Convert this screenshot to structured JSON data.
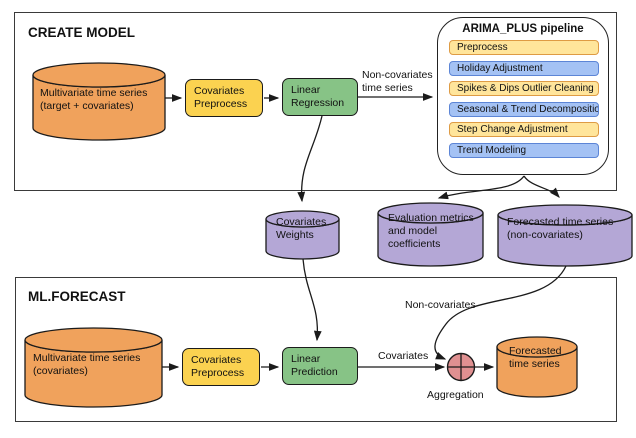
{
  "colors": {
    "source_store_fill": "#F0A25C",
    "output_store_fill": "#B4A7D6",
    "preprocess_box_fill": "#FBD250",
    "model_box_fill": "#87C386",
    "pipeline_step_yellow": "#FFE59B",
    "pipeline_step_blue": "#A4C2F4",
    "aggregation_circle_fill": "#E09091",
    "line_color": "#1b1b1b"
  },
  "create_model": {
    "title": "CREATE MODEL",
    "input_store": "Multivariate time series\n(target + covariates)",
    "covariates_preprocess": "Covariates\nPreprocess",
    "linear_regression": "Linear\nRegression",
    "noncovariates_arrow_label": "Non-covariates\ntime series"
  },
  "arima_plus_pipeline": {
    "title": "ARIMA_PLUS pipeline",
    "steps": [
      {
        "label": "Preprocess",
        "color": "yellow"
      },
      {
        "label": "Holiday Adjustment",
        "color": "blue"
      },
      {
        "label": "Spikes & Dips Outlier Cleaning",
        "color": "yellow"
      },
      {
        "label": "Seasonal & Trend Decomposition",
        "color": "blue"
      },
      {
        "label": "Step Change Adjustment",
        "color": "yellow"
      },
      {
        "label": "Trend Modeling",
        "color": "blue"
      }
    ]
  },
  "model_outputs": {
    "covariates_weights": "Covariates\nWeights",
    "evaluation_metrics": "Evaluation metrics\nand model\ncoefficients",
    "forecasted_noncovariates": "Forecasted time series\n(non-covariates)"
  },
  "ml_forecast": {
    "title": "ML.FORECAST",
    "input_store": "Multivariate time series\n(covariates)",
    "covariates_preprocess": "Covariates\nPreprocess",
    "linear_prediction": "Linear\nPrediction",
    "covariates_arrow_label": "Covariates",
    "noncovariates_arrow_label": "Non-covariates",
    "aggregation_label": "Aggregation",
    "output_store": "Forecasted\ntime series"
  }
}
